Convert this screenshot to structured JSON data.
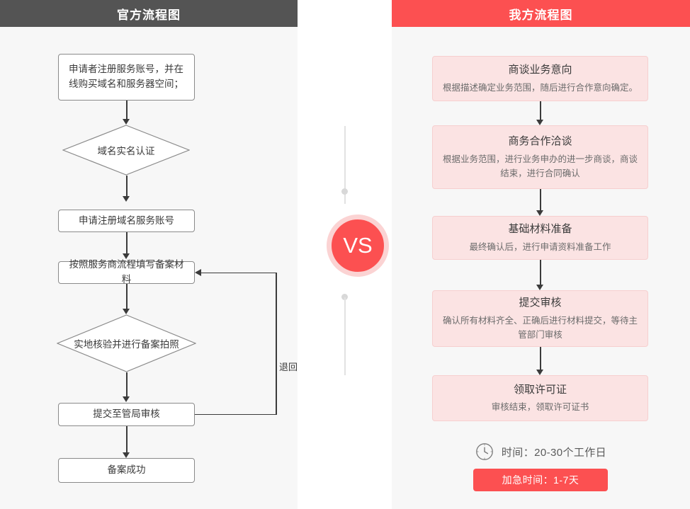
{
  "left_panel": {
    "header_title": "官方流程图",
    "header_bg": "#545454",
    "nodes": [
      {
        "type": "box",
        "text": "申请者注册服务账号，并在线购买域名和服务器空间；"
      },
      {
        "type": "diamond",
        "text": "域名实名认证"
      },
      {
        "type": "box",
        "text": "申请注册域名服务账号"
      },
      {
        "type": "box",
        "text": "按照服务商流程填写备案材料"
      },
      {
        "type": "diamond",
        "text": "实地核验并进行备案拍照"
      },
      {
        "type": "box",
        "text": "提交至管局审核"
      },
      {
        "type": "box",
        "text": "备案成功"
      }
    ],
    "loop_label": "退回"
  },
  "center": {
    "vs_label": "VS",
    "accent": "#fc5051",
    "ring": "#fbd3d3"
  },
  "right_panel": {
    "header_title": "我方流程图",
    "header_bg": "#fc5051",
    "cards": [
      {
        "title": "商谈业务意向",
        "desc": "根据描述确定业务范围，随后进行合作意向确定。"
      },
      {
        "title": "商务合作洽谈",
        "desc": "根据业务范围，进行业务申办的进一步商谈，商谈结束，进行合同确认"
      },
      {
        "title": "基础材料准备",
        "desc": "最终确认后，进行申请资料准备工作"
      },
      {
        "title": "提交审核",
        "desc": "确认所有材料齐全、正确后进行材料提交，等待主管部门审核"
      },
      {
        "title": "领取许可证",
        "desc": "审核结束，领取许可证书"
      }
    ],
    "footer": {
      "clock_icon": "clock-icon",
      "time_text": "时间：20-30个工作日",
      "urgent_label": "加急时间：1-7天"
    }
  }
}
